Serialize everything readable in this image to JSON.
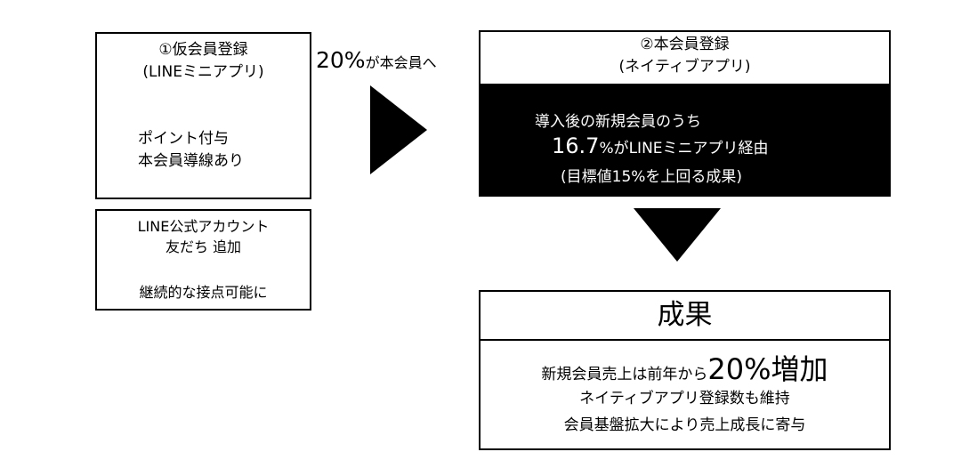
{
  "box1": {
    "title_line1": "①仮会員登録",
    "title_line2": "(LINEミニアプリ)",
    "body_line1": "ポイント付与",
    "body_line2": "本会員導線あり"
  },
  "box2": {
    "line1": "LINE公式アカウント",
    "line2": "友だち 追加",
    "line3": "継続的な接点可能に"
  },
  "arrow_label": {
    "percent": "20%",
    "rest": "が本会員へ"
  },
  "box3": {
    "title_line1": "②本会員登録",
    "title_line2": "(ネイティブアプリ)",
    "body_line1": "導入後の新規会員のうち",
    "body_line2_big": "16.7",
    "body_line2_rest": "%がLINEミニアプリ経由",
    "body_line3": "(目標値15%を上回る成果)"
  },
  "box4": {
    "title": "成果",
    "line1_prefix": "新規会員売上は前年から",
    "line1_big": "20%増加",
    "line2": "ネイティブアプリ登録数も維持",
    "line3": "会員基盤拡大により売上成長に寄与"
  }
}
